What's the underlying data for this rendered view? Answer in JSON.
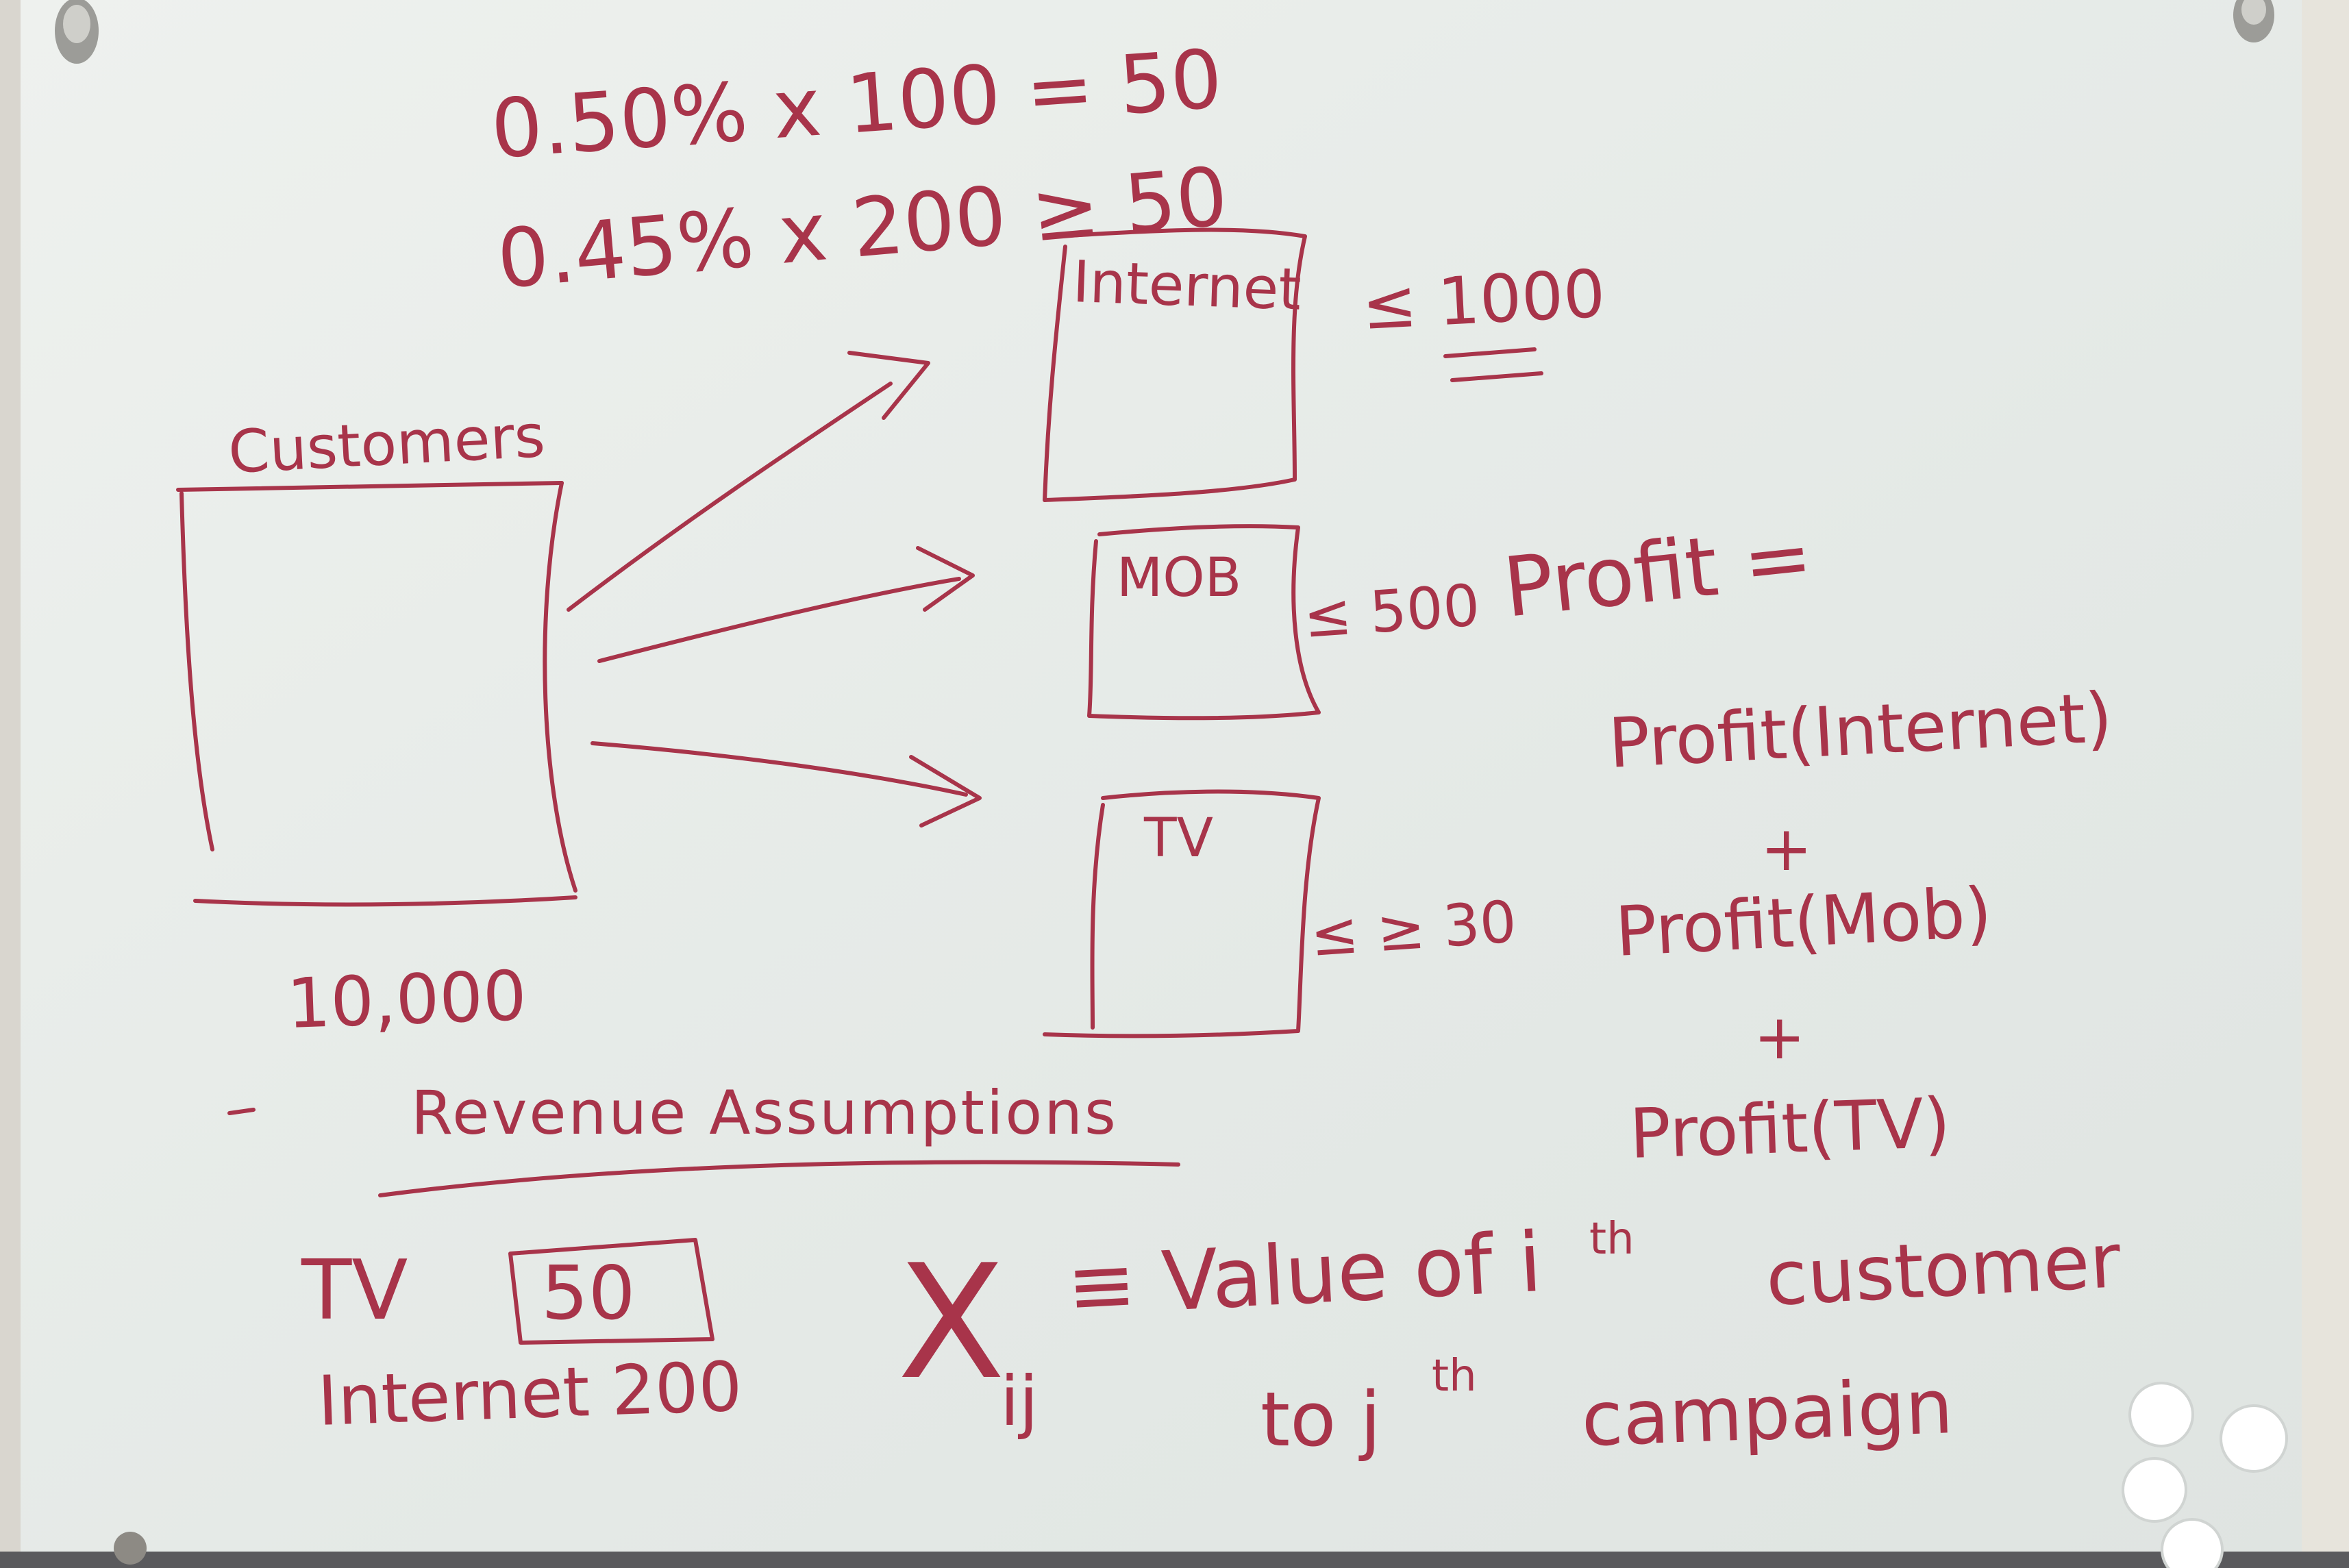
{
  "board": {
    "colors": {
      "ink": "#a8344a",
      "board": "#e6ebe8",
      "wall": "#d9d6cf"
    },
    "top_calcs": {
      "line1": "0.50% x 100 = 50",
      "line2": "0.45% x 200 ≥ 50"
    },
    "customers": {
      "label": "Customers",
      "count": "10,000"
    },
    "channels": [
      {
        "label": "Internet",
        "constraint": "≤ 1000"
      },
      {
        "label": "MOB",
        "constraint": "≤ 500"
      },
      {
        "label": "TV",
        "constraint": "≤ ≥ 30"
      }
    ],
    "profit": {
      "heading": "Profit =",
      "terms": [
        "Profit(Internet)",
        "+",
        "Profit(Mob)",
        "+",
        "Profit(TV)"
      ]
    },
    "revenue": {
      "heading": "Revenue Assumptions",
      "tv": {
        "label": "TV",
        "value": "50"
      },
      "internet": "Internet 200"
    },
    "definition": {
      "var": "X",
      "sub": "ij",
      "line1a": "≡ Value of i",
      "sup1": "th",
      "line1b": "customer",
      "line2a": "to j",
      "sup2": "th",
      "line2b": "campaign"
    },
    "magnets": {
      "count": 4,
      "color": "#ffffff"
    }
  }
}
